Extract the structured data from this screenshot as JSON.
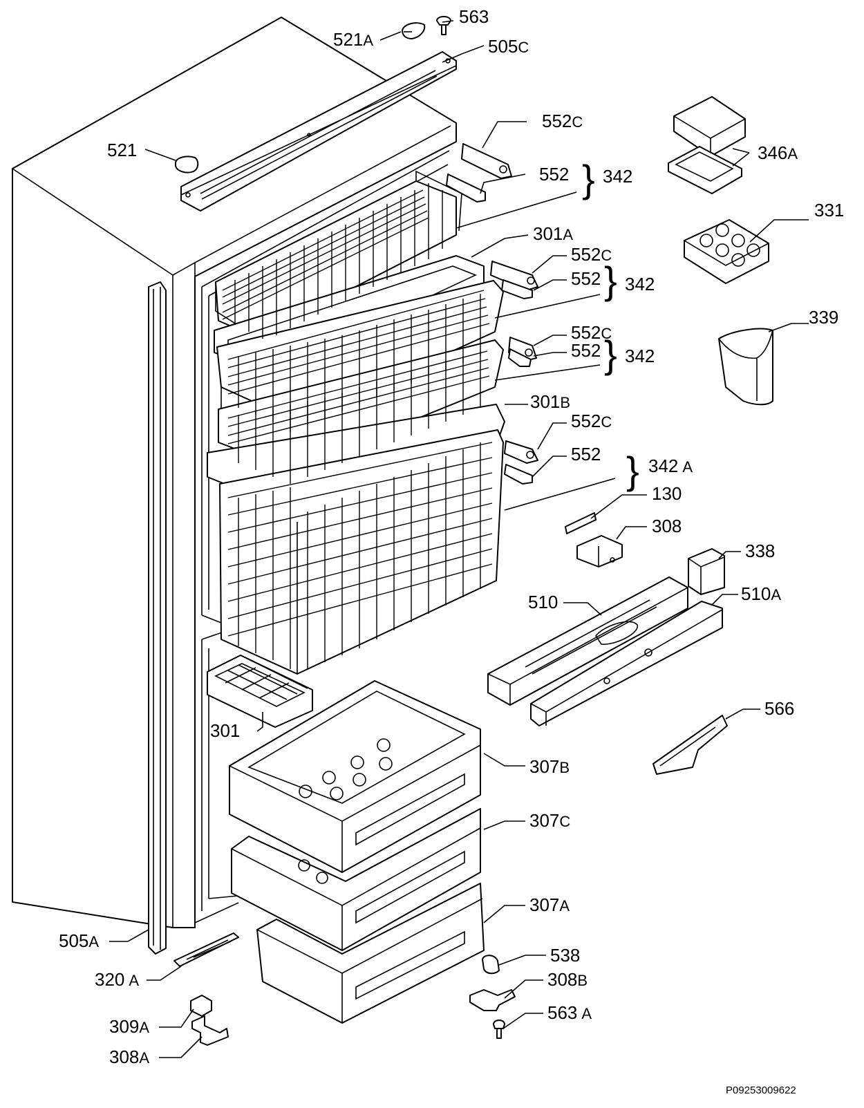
{
  "parts": [
    {
      "id": "521a",
      "num": "521",
      "suf": "A"
    },
    {
      "id": "563",
      "num": "563",
      "suf": ""
    },
    {
      "id": "505c",
      "num": "505",
      "suf": "C"
    },
    {
      "id": "521",
      "num": "521",
      "suf": ""
    },
    {
      "id": "552c-1",
      "num": "552",
      "suf": "C"
    },
    {
      "id": "552-1",
      "num": "552",
      "suf": ""
    },
    {
      "id": "342-1",
      "num": "342",
      "suf": ""
    },
    {
      "id": "346a",
      "num": "346",
      "suf": "A"
    },
    {
      "id": "331",
      "num": "331",
      "suf": ""
    },
    {
      "id": "301a",
      "num": "301",
      "suf": "A"
    },
    {
      "id": "552c-2",
      "num": "552",
      "suf": "C"
    },
    {
      "id": "552-2",
      "num": "552",
      "suf": ""
    },
    {
      "id": "342-2",
      "num": "342",
      "suf": ""
    },
    {
      "id": "339",
      "num": "339",
      "suf": ""
    },
    {
      "id": "552c-3",
      "num": "552",
      "suf": "C"
    },
    {
      "id": "552-3",
      "num": "552",
      "suf": ""
    },
    {
      "id": "342-3",
      "num": "342",
      "suf": ""
    },
    {
      "id": "301b",
      "num": "301",
      "suf": "B"
    },
    {
      "id": "552c-4",
      "num": "552",
      "suf": "C"
    },
    {
      "id": "552-4",
      "num": "552",
      "suf": ""
    },
    {
      "id": "342a",
      "num": "342",
      "suf": "A"
    },
    {
      "id": "130",
      "num": "130",
      "suf": ""
    },
    {
      "id": "308",
      "num": "308",
      "suf": ""
    },
    {
      "id": "338",
      "num": "338",
      "suf": ""
    },
    {
      "id": "510",
      "num": "510",
      "suf": ""
    },
    {
      "id": "510a",
      "num": "510",
      "suf": "A"
    },
    {
      "id": "566",
      "num": "566",
      "suf": ""
    },
    {
      "id": "301",
      "num": "301",
      "suf": ""
    },
    {
      "id": "307b",
      "num": "307",
      "suf": "B"
    },
    {
      "id": "307c",
      "num": "307",
      "suf": "C"
    },
    {
      "id": "307a",
      "num": "307",
      "suf": "A"
    },
    {
      "id": "505a",
      "num": "505",
      "suf": "A"
    },
    {
      "id": "538",
      "num": "538",
      "suf": ""
    },
    {
      "id": "308b",
      "num": "308",
      "suf": "B"
    },
    {
      "id": "320a",
      "num": "320",
      "suf": "A"
    },
    {
      "id": "563a",
      "num": "563",
      "suf": "A"
    },
    {
      "id": "309a",
      "num": "309",
      "suf": "A"
    },
    {
      "id": "308a",
      "num": "308",
      "suf": "A"
    }
  ],
  "drawing_code": "P09253009622"
}
